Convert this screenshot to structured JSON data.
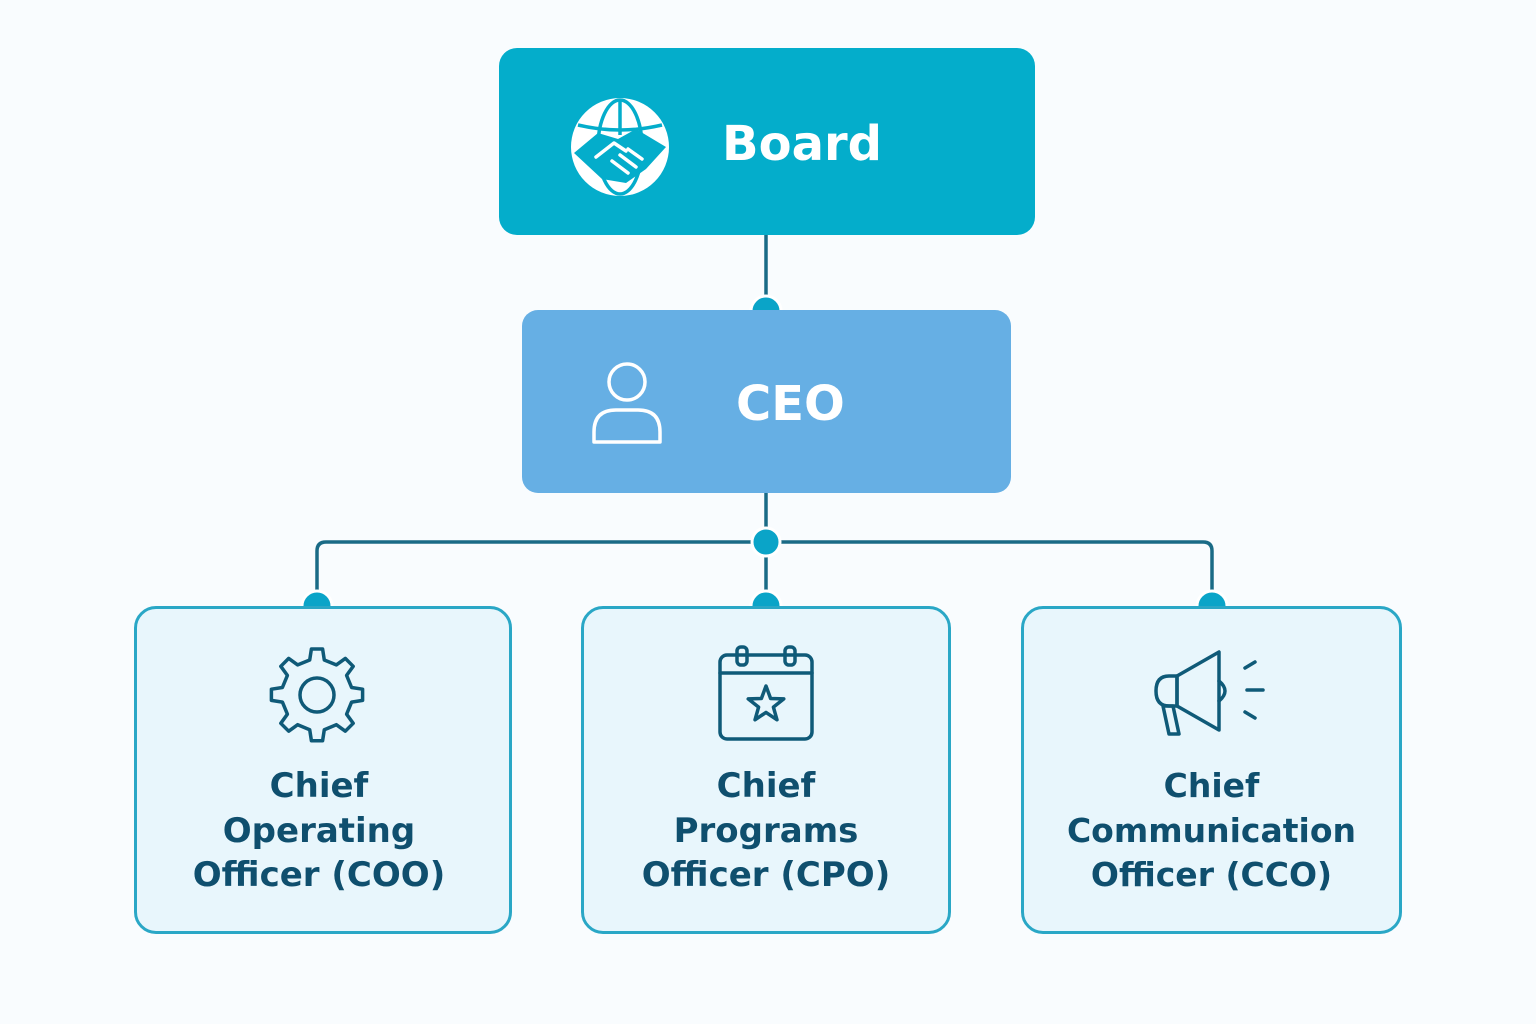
{
  "colors": {
    "connector": "#1a6b86",
    "node_dot": "#0aa4c8",
    "board_fill": "#04adcb",
    "ceo_fill": "#66afe4",
    "child_fill": "#e8f6fc",
    "child_border": "#2aa7c6",
    "child_text": "#0f4f6e"
  },
  "board": {
    "label": "Board",
    "icon": "handshake-globe-icon"
  },
  "ceo": {
    "label": "CEO",
    "icon": "person-icon"
  },
  "reports": [
    {
      "line1": "Chief",
      "line2": "Operating",
      "line3": "Officer (COO)",
      "icon": "gear-icon"
    },
    {
      "line1": "Chief",
      "line2": "Programs",
      "line3": "Officer (CPO)",
      "icon": "calendar-star-icon"
    },
    {
      "line1": "Chief",
      "line2": "Communication",
      "line3": "Officer (CCO)",
      "icon": "megaphone-icon"
    }
  ]
}
